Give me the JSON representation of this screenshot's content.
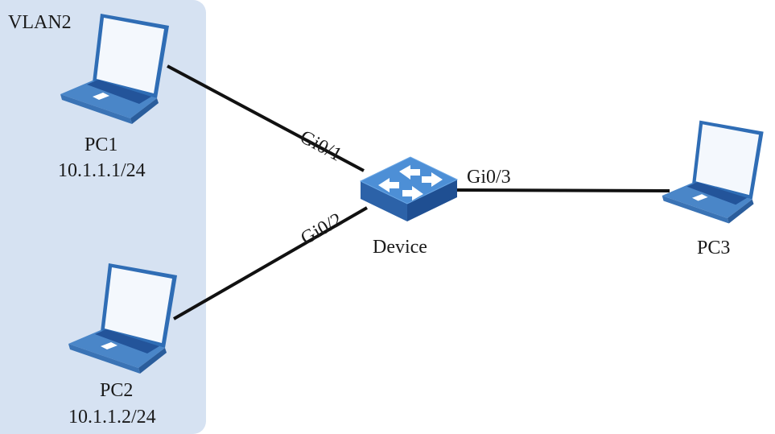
{
  "group": {
    "label": "VLAN2",
    "color": "#d6e2f2"
  },
  "nodes": {
    "pc1": {
      "name": "PC1",
      "ip": "10.1.1.1/24"
    },
    "pc2": {
      "name": "PC2",
      "ip": "10.1.1.2/24"
    },
    "pc3": {
      "name": "PC3"
    },
    "device": {
      "name": "Device"
    }
  },
  "links": [
    {
      "from": "pc1",
      "to": "device",
      "port": "Gi0/1"
    },
    {
      "from": "pc2",
      "to": "device",
      "port": "Gi0/2"
    },
    {
      "from": "device",
      "to": "pc3",
      "port": "Gi0/3"
    }
  ],
  "colors": {
    "device_blue": "#3f7fc6",
    "laptop_blue": "#4a86c8",
    "link": "#111111"
  }
}
